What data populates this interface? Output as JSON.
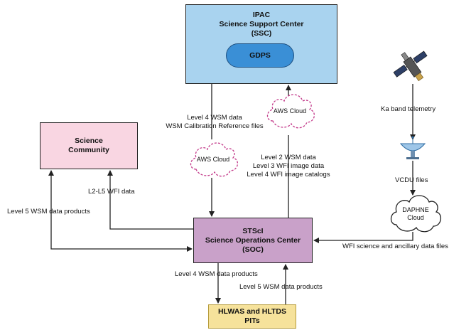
{
  "boxes": {
    "ssc": {
      "line1": "IPAC",
      "line2": "Science Support Center",
      "line3": "(SSC)"
    },
    "gdps": "GDPS",
    "community": {
      "line1": "Science",
      "line2": "Community"
    },
    "soc": {
      "line1": "STScI",
      "line2": "Science Operations Center",
      "line3": "(SOC)"
    },
    "pits": {
      "line1": "HLWAS and HLTDS",
      "line2": "PITs"
    }
  },
  "clouds": {
    "aws_upper": "AWS Cloud",
    "aws_lower": "AWS Cloud",
    "daphne": {
      "line1": "DAPHNE",
      "line2": "Cloud"
    }
  },
  "labels": {
    "ssc_down_1": "Level 4 WSM data",
    "ssc_down_2": "WSM Calibration Reference files",
    "soc_up_1": "Level 2 WSM data",
    "soc_up_2": "Level 3 WFI image data",
    "soc_up_3": "Level 4 WFI image catalogs",
    "ka_band": "Ka band telemetry",
    "vcdu": "VCDU files",
    "wfi_science": "WFI science and ancillary data files",
    "l2_l5": "L2-L5 WFI data",
    "level5_community": "Level 5 WSM data products",
    "level4_pits": "Level 4 WSM data products",
    "level5_pits": "Level 5 WSM data products"
  },
  "icons": [
    "satellite-icon",
    "ground-antenna-icon",
    "cloud-icon"
  ],
  "colors": {
    "ssc_fill": "#a9d3ef",
    "gdps_fill": "#3a8fd6",
    "community_fill": "#f9d6e2",
    "soc_fill": "#c9a1c9",
    "pits_fill": "#f6e29b"
  }
}
